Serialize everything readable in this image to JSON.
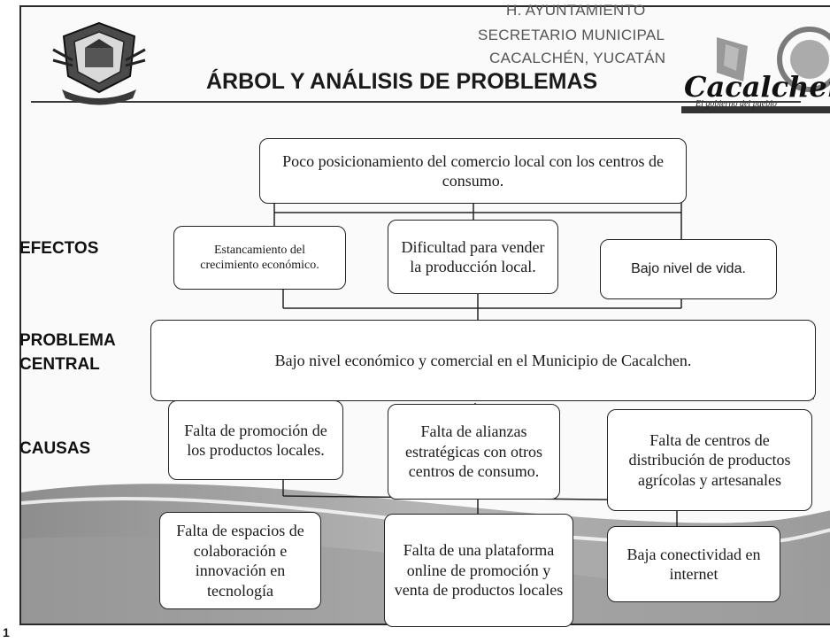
{
  "header": {
    "stamp_lines": [
      "H. AYUNTAMIENTO",
      "SECRETARIO MUNICIPAL",
      "CACALCHÉN, YUCATÁN"
    ],
    "title": "ÁRBOL Y ANÁLISIS DE PROBLEMAS",
    "right_logo_text": "Cacalchen",
    "right_logo_tagline": "El gobierno del pueblo"
  },
  "side_labels": {
    "effects": "EFECTOS",
    "central_1": "PROBLEMA",
    "central_2": "CENTRAL",
    "causes": "CAUSAS"
  },
  "tree": {
    "top_effect": "Poco posicionamiento del comercio local con los centros de consumo.",
    "effects": [
      "Estancamiento del crecimiento económico.",
      "Dificultad para vender la producción local.",
      "Bajo nivel de vida."
    ],
    "central_problem": "Bajo nivel económico y comercial  en el Municipio de Cacalchen.",
    "causes": [
      "Falta de promoción de los productos locales.",
      "Falta de alianzas estratégicas con otros centros de consumo.",
      "Falta de centros de distribución de productos agrícolas y artesanales"
    ],
    "sub_causes": [
      "Falta de espacios de colaboración e innovación en tecnología",
      "Falta de una plataforma online de promoción y venta de productos locales",
      "Baja conectividad en internet"
    ]
  },
  "page_number": "1"
}
